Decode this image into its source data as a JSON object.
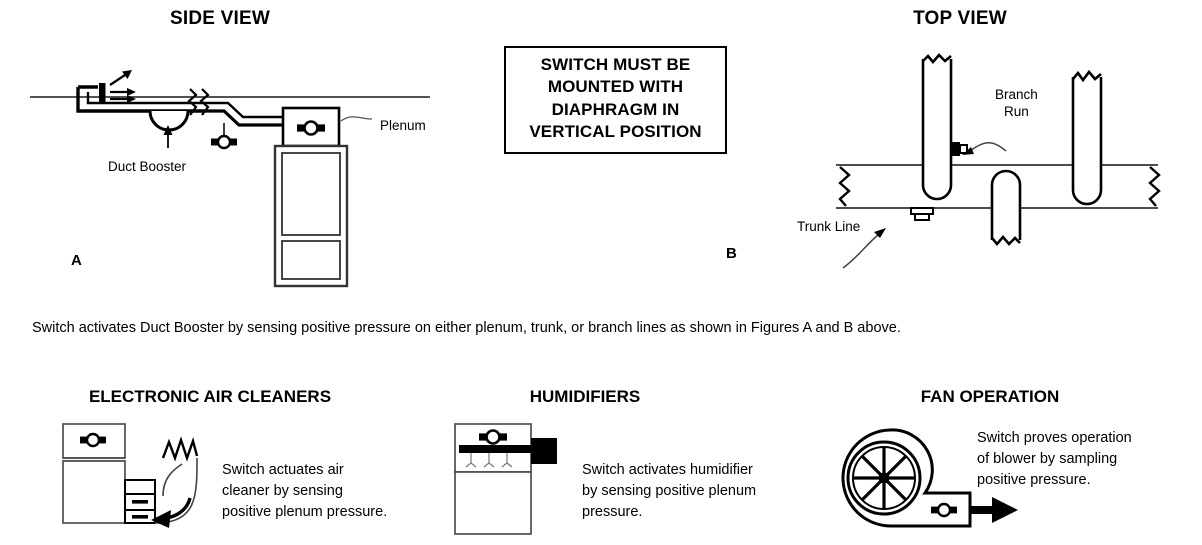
{
  "page": {
    "background": "#ffffff",
    "ink": "#000000"
  },
  "figures": {
    "side_view": {
      "title": "SIDE VIEW",
      "letter": "A",
      "labels": {
        "duct_booster": "Duct Booster",
        "plenum": "Plenum"
      }
    },
    "top_view": {
      "title": "TOP VIEW",
      "letter": "B",
      "labels": {
        "branch_run_line1": "Branch",
        "branch_run_line2": "Run",
        "trunk_line": "Trunk Line"
      }
    }
  },
  "warning_box": {
    "lines": [
      "SWITCH MUST BE",
      "MOUNTED WITH",
      "DIAPHRAGM IN",
      "VERTICAL POSITION"
    ]
  },
  "caption": {
    "text": "Switch activates Duct Booster by sensing positive pressure on either plenum, trunk, or branch lines as shown in Figures A and B above."
  },
  "applications": [
    {
      "title": "ELECTRONIC AIR CLEANERS",
      "note_lines": [
        "Switch actuates air",
        "cleaner by sensing",
        "positive plenum pressure."
      ]
    },
    {
      "title": "HUMIDIFIERS",
      "note_lines": [
        "Switch activates humidifier",
        "by sensing positive plenum",
        "pressure."
      ]
    },
    {
      "title": "FAN OPERATION",
      "note_lines": [
        "Switch proves operation",
        "of blower by sampling",
        "positive pressure."
      ]
    }
  ],
  "icons": {
    "pressure_switch": "pressure-switch-icon",
    "airflow_arrow": "airflow-arrow-icon",
    "break_mark": "duct-break-mark-icon",
    "blower_wheel": "blower-wheel-icon",
    "spray_nozzle": "spray-nozzle-icon"
  }
}
